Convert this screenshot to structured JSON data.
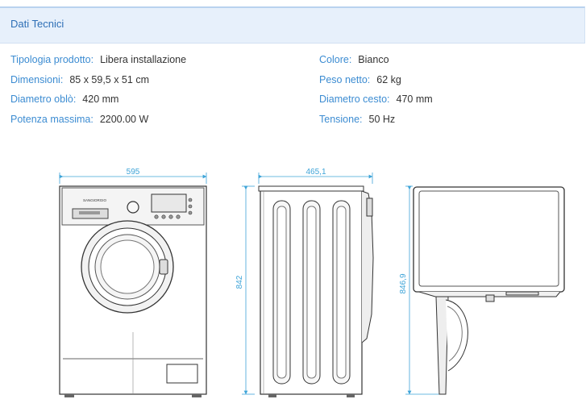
{
  "section": {
    "title": "Dati Tecnici"
  },
  "specs_left": [
    {
      "label": "Tipologia prodotto:",
      "value": "Libera installazione"
    },
    {
      "label": "Dimensioni:",
      "value": "85 x 59,5 x 51 cm"
    },
    {
      "label": "Diametro oblò:",
      "value": "420 mm"
    },
    {
      "label": "Potenza massima:",
      "value": "2200.00 W"
    }
  ],
  "specs_right": [
    {
      "label": "Colore:",
      "value": "Bianco"
    },
    {
      "label": "Peso netto:",
      "value": "62 kg"
    },
    {
      "label": "Diametro cesto:",
      "value": "470 mm"
    },
    {
      "label": "Tensione:",
      "value": "50 Hz"
    }
  ],
  "drawings": {
    "front_width": "595",
    "side_depth": "465,1",
    "side_height": "842",
    "top_height": "846,9",
    "brand_logo": "SANGIORGIO"
  },
  "colors": {
    "accent": "#3c8cd2",
    "dimension": "#3ea4d8",
    "header_bg": "#e7f0fb"
  }
}
